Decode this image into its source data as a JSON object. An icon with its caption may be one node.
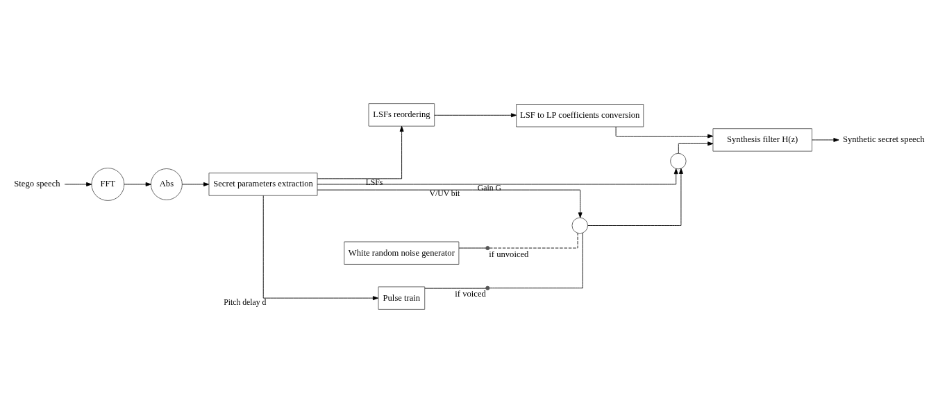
{
  "diagram": {
    "nodes": [
      {
        "text": [
          "Stego speech"
        ]
      },
      {
        "text": [
          "FFT"
        ]
      },
      {
        "text": [
          "Abs"
        ]
      },
      {
        "text": [
          "Secret parameters extraction"
        ]
      },
      {
        "text": [
          "LSFs reordering"
        ]
      },
      {
        "text": [
          "LSF to LP coefficients conversion"
        ]
      },
      {
        "text": [
          "Pulse train"
        ]
      },
      {
        "text": [
          "White random noise generator"
        ]
      },
      {
        "text": [],
        "shape": "dot",
        "beside": [
          "if voiced"
        ]
      },
      {
        "text": [],
        "shape": "dot",
        "beside": [
          "if unvoiced"
        ]
      },
      {
        "text": [],
        "shape": "circle"
      },
      {
        "text": [],
        "shape": "circle"
      },
      {
        "text": [
          "Synthesis filter H(z)"
        ]
      },
      {
        "text": [
          "Synthetic secret speech"
        ]
      }
    ],
    "edges": [
      {
        "from": 0,
        "to": 1,
        "arrow": "to"
      },
      {
        "from": 1,
        "to": 2,
        "arrow": "to"
      },
      {
        "from": 2,
        "to": 3,
        "arrow": "to"
      },
      {
        "from": 3,
        "to": 6,
        "arrow": "to",
        "label": "Pitch delay d"
      },
      {
        "from": 3,
        "to": 10,
        "arrow": "to",
        "label": "V/UV bit"
      },
      {
        "from": 3,
        "to": 11,
        "arrow": "to",
        "label": "Gain G"
      },
      {
        "from": 3,
        "to": 4,
        "arrow": "to",
        "label": "LSFs"
      },
      {
        "from": 4,
        "to": 5,
        "arrow": "to"
      },
      {
        "from": 5,
        "to": 12,
        "arrow": "to"
      },
      {
        "from": 6,
        "to": 8,
        "arrow": "none"
      },
      {
        "from": 7,
        "to": 9,
        "arrow": "none"
      },
      {
        "from": 8,
        "to": 10,
        "arrow": "none"
      },
      {
        "from": 9,
        "to": 10,
        "arrow": "none",
        "style": "dashed"
      },
      {
        "from": 10,
        "to": 11,
        "arrow": "to"
      },
      {
        "from": 11,
        "to": 12,
        "arrow": "to"
      },
      {
        "from": 12,
        "to": 13,
        "arrow": "to"
      }
    ]
  }
}
